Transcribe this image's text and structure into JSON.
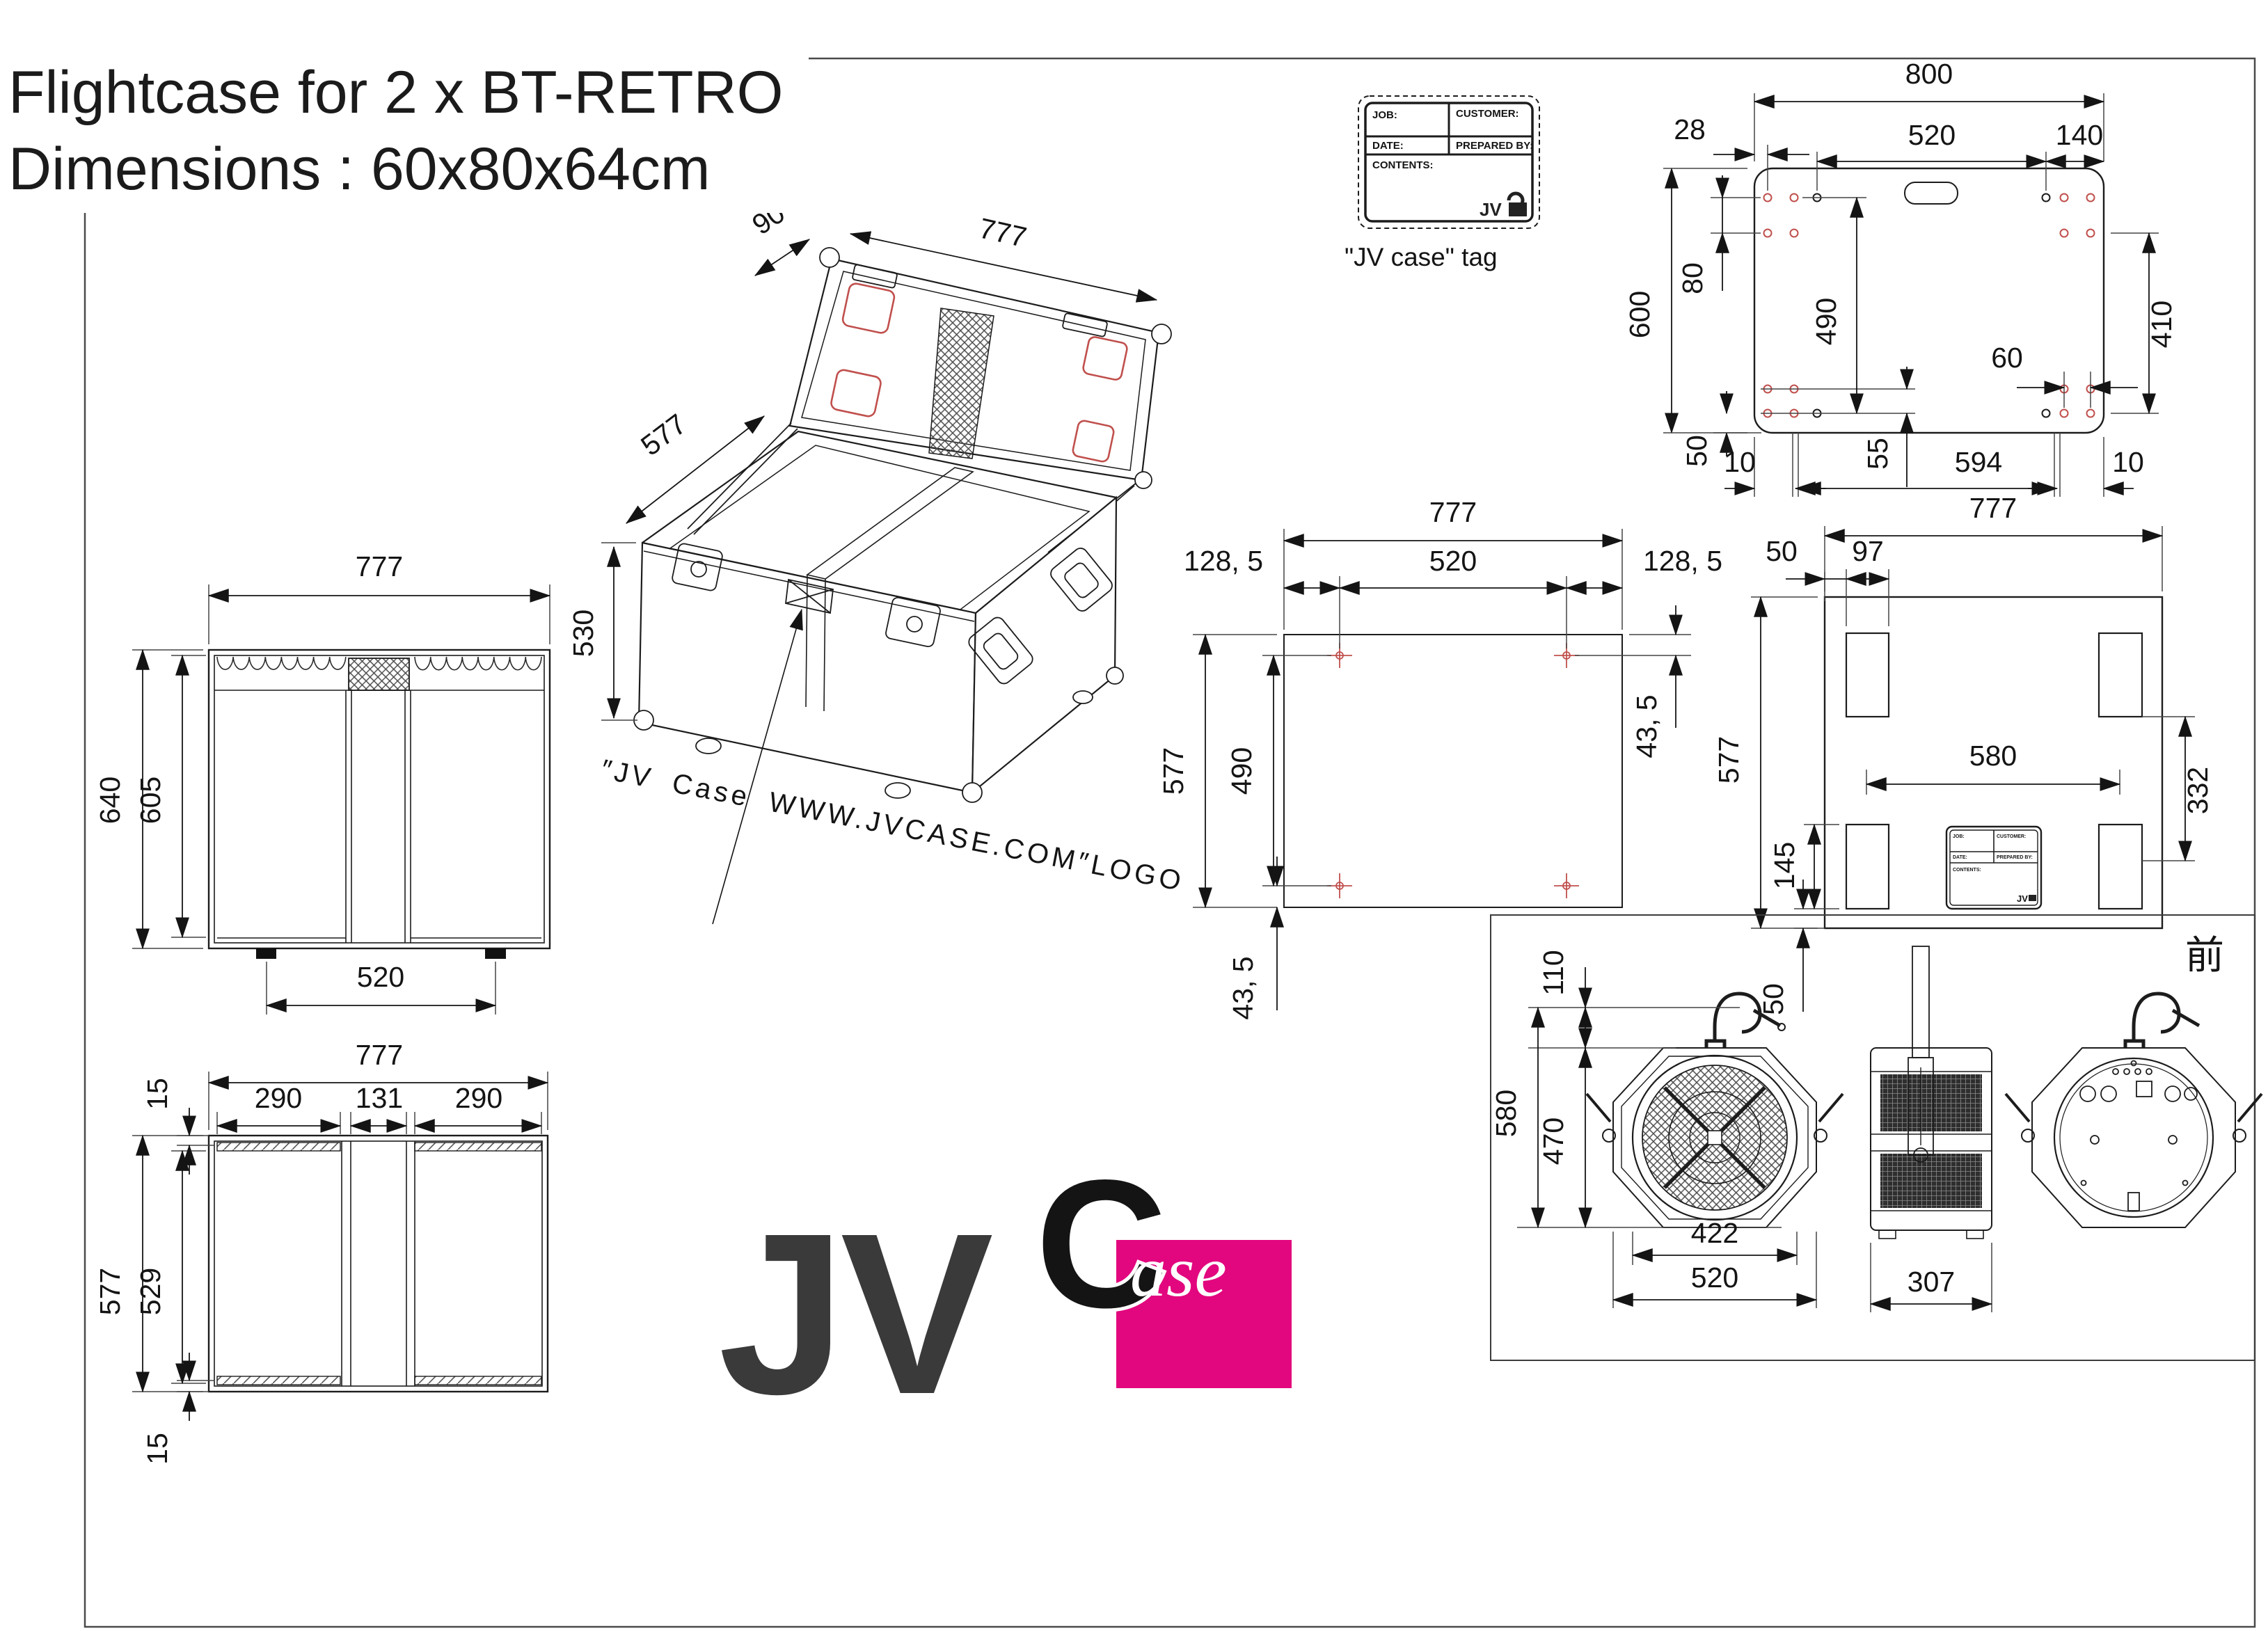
{
  "title": {
    "line1": "Flightcase for 2 x BT-RETRO",
    "line2": "Dimensions : 60x80x64cm"
  },
  "tag": {
    "job": "JOB:",
    "customer": "CUSTOMER:",
    "date": "DATE:",
    "prepared": "PREPARED BY:",
    "contents": "CONTENTS:",
    "mark": "JV",
    "caption": "\"JV case\" tag"
  },
  "logo": {
    "jv": "JV",
    "c": "C",
    "ase": "ase"
  },
  "colors": {
    "line": "#1c1c1c",
    "red": "#c0504d",
    "pink": "#e2077e",
    "dark": "#3a3a3a"
  },
  "views": {
    "top_panel": {
      "d800": "800",
      "d28": "28",
      "d520": "520",
      "d140": "140",
      "d600": "600",
      "d80": "80",
      "d50": "50",
      "d490": "490",
      "d55": "55",
      "d60": "60",
      "d410": "410",
      "d10l": "10",
      "d594": "594",
      "d10r": "10"
    },
    "front": {
      "d777": "777",
      "d640": "640",
      "d605": "605",
      "d520": "520"
    },
    "iso": {
      "d90": "90",
      "d777": "777",
      "d577": "577",
      "d530": "530",
      "note": "″JV Case WWW.JVCASE.COM″LOGO"
    },
    "bottom_holes": {
      "d777": "777",
      "d520": "520",
      "dl": "128, 5",
      "dr": "128, 5",
      "d577": "577",
      "d490": "490",
      "db": "43, 5",
      "dt": "43, 5"
    },
    "base": {
      "d777": "777",
      "d50": "50",
      "d97": "97",
      "d577": "577",
      "d145": "145",
      "d50b": "50",
      "d580": "580",
      "d332": "332",
      "front_char": "前"
    },
    "interior": {
      "d777": "777",
      "d290l": "290",
      "d131": "131",
      "d290r": "290",
      "d15t": "15",
      "d577": "577",
      "d529": "529",
      "d15b": "15"
    },
    "fixture": {
      "d110": "110",
      "d580": "580",
      "d470": "470",
      "d422": "422",
      "d520": "520",
      "d307": "307"
    }
  }
}
